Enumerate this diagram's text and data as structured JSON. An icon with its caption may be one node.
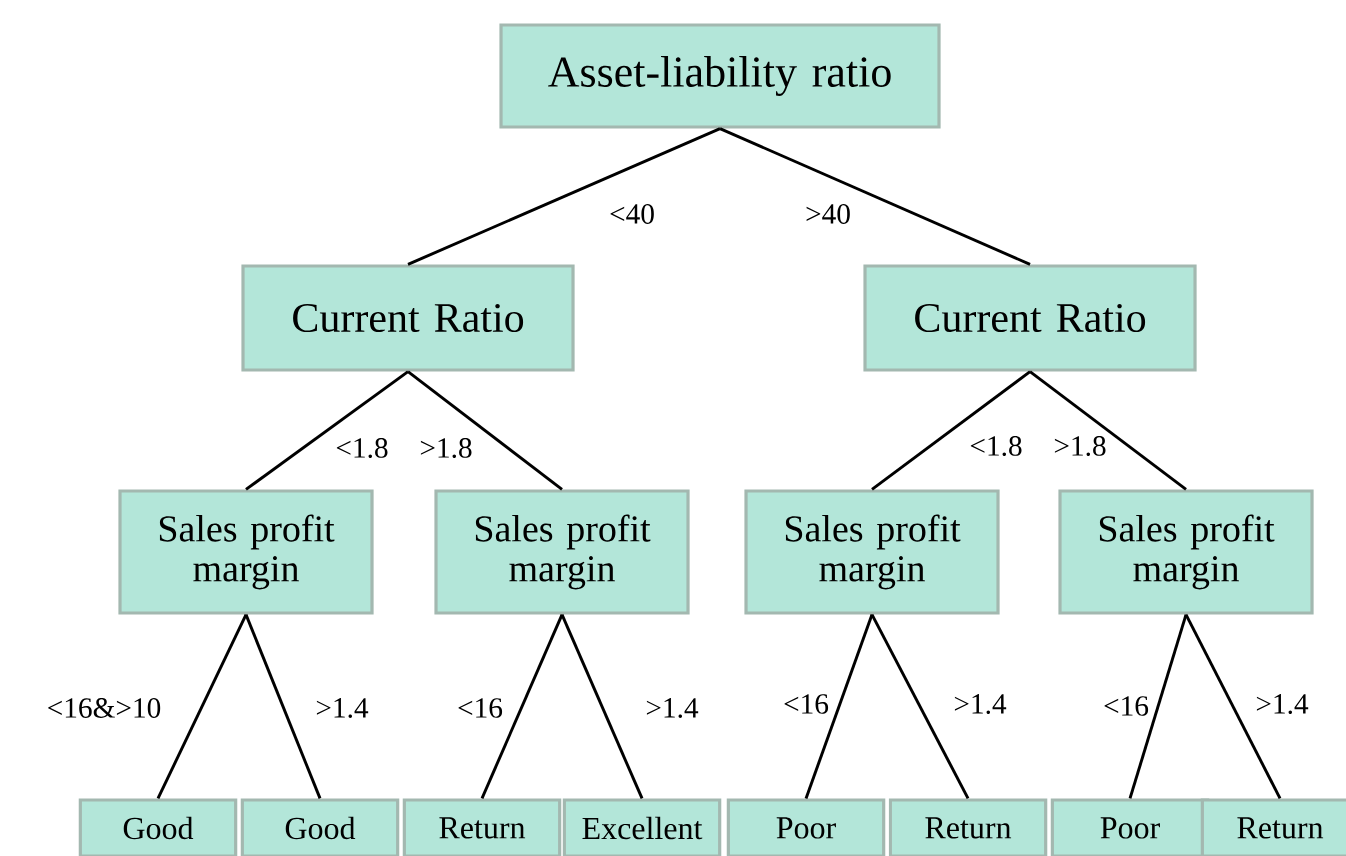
{
  "diagram": {
    "nodes": [
      {
        "text": [
          "Asset-liability ratio"
        ]
      },
      {
        "text": [
          "Current Ratio"
        ]
      },
      {
        "text": [
          "Current Ratio"
        ]
      },
      {
        "text": [
          "Sales profit margin"
        ]
      },
      {
        "text": [
          "Sales profit margin"
        ]
      },
      {
        "text": [
          "Sales profit margin"
        ]
      },
      {
        "text": [
          "Sales profit margin"
        ]
      },
      {
        "text": [
          "Good"
        ]
      },
      {
        "text": [
          "Good"
        ]
      },
      {
        "text": [
          "Return"
        ]
      },
      {
        "text": [
          "Excellent"
        ]
      },
      {
        "text": [
          "Poor"
        ]
      },
      {
        "text": [
          "Return"
        ]
      },
      {
        "text": [
          "Poor"
        ]
      },
      {
        "text": [
          "Return"
        ]
      }
    ],
    "edges": [
      {
        "from": 0,
        "to": 1,
        "arrow": "none",
        "label": "<40"
      },
      {
        "from": 0,
        "to": 2,
        "arrow": "none",
        "label": ">40"
      },
      {
        "from": 1,
        "to": 3,
        "arrow": "none",
        "label": "<1.8"
      },
      {
        "from": 1,
        "to": 4,
        "arrow": "none",
        "label": ">1.8"
      },
      {
        "from": 2,
        "to": 5,
        "arrow": "none",
        "label": "<1.8"
      },
      {
        "from": 2,
        "to": 6,
        "arrow": "none",
        "label": ">1.8"
      },
      {
        "from": 3,
        "to": 7,
        "arrow": "none",
        "label": "<16&>10"
      },
      {
        "from": 3,
        "to": 8,
        "arrow": "none",
        "label": ">1.4"
      },
      {
        "from": 4,
        "to": 9,
        "arrow": "none",
        "label": "<16"
      },
      {
        "from": 4,
        "to": 10,
        "arrow": "none",
        "label": ">1.4"
      },
      {
        "from": 5,
        "to": 11,
        "arrow": "none",
        "label": "<16"
      },
      {
        "from": 5,
        "to": 12,
        "arrow": "none",
        "label": ">1.4"
      },
      {
        "from": 6,
        "to": 13,
        "arrow": "none",
        "label": "<16"
      },
      {
        "from": 6,
        "to": 14,
        "arrow": "none",
        "label": ">1.4"
      }
    ]
  }
}
